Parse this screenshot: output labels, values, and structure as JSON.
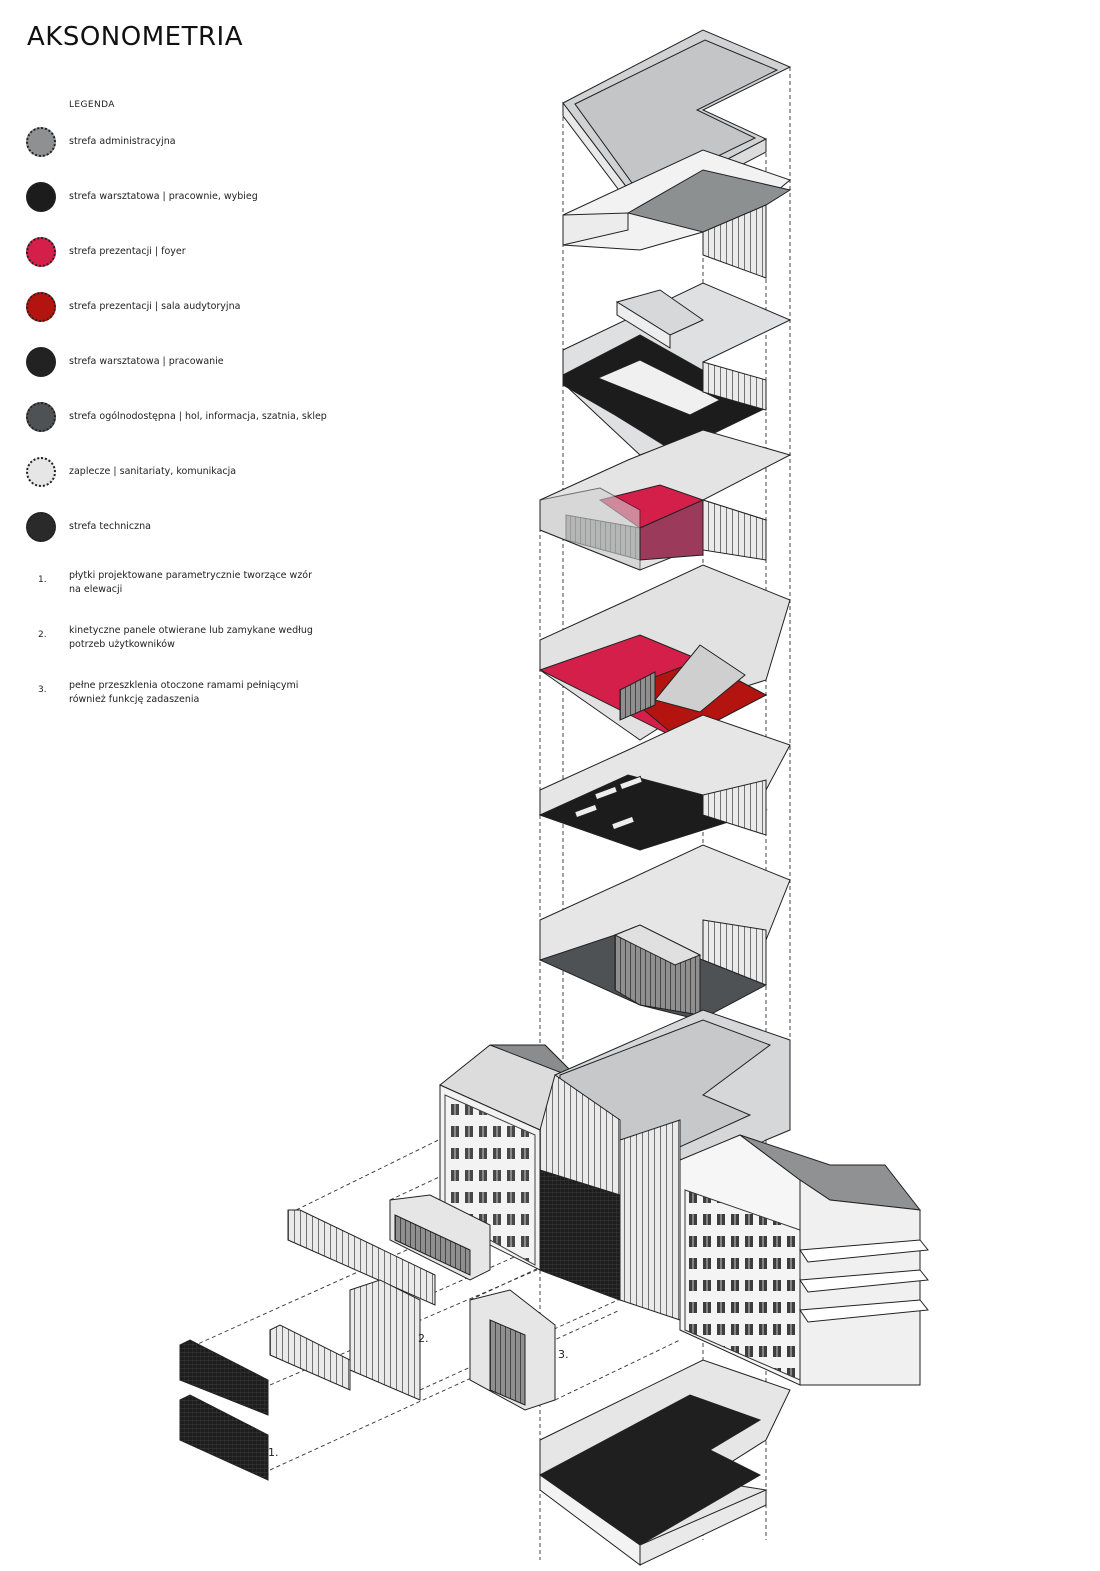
{
  "title": "AKSONOMETRIA",
  "legend": {
    "heading": "LEGENDA",
    "items": [
      {
        "label": "strefa administracyjna",
        "color": "#8e9092"
      },
      {
        "label": "strefa warsztatowa | pracownie, wybieg",
        "color": "#1c1c1c"
      },
      {
        "label": "strefa prezentacji | foyer",
        "color": "#d41f4a"
      },
      {
        "label": "strefa prezentacji | sala audytoryjna",
        "color": "#b3140f"
      },
      {
        "label": "strefa warsztatowa | pracowanie",
        "color": "#222222"
      },
      {
        "label": "strefa ogólnodostępna | hol, informacja, szatnia, sklep",
        "color": "#4e5254"
      },
      {
        "label": "zaplecze | sanitariaty, komunikacja",
        "color": "#e6e6e6"
      },
      {
        "label": "strefa techniczna",
        "color": "#2a2a2a"
      }
    ]
  },
  "notes": [
    {
      "num": "1.",
      "line1": "płytki projektowane parametrycznie tworzące wzór",
      "line2": "na elewacji"
    },
    {
      "num": "2.",
      "line1": "kinetyczne panele otwierane lub zamykane według",
      "line2": "potrzeb użytkowników"
    },
    {
      "num": "3.",
      "line1": "pełne przeszklenia otoczone ramami pełniącymi",
      "line2": "również funkcję zadaszenia"
    }
  ],
  "callouts": {
    "one": "1.",
    "two": "2.",
    "three": "3."
  }
}
